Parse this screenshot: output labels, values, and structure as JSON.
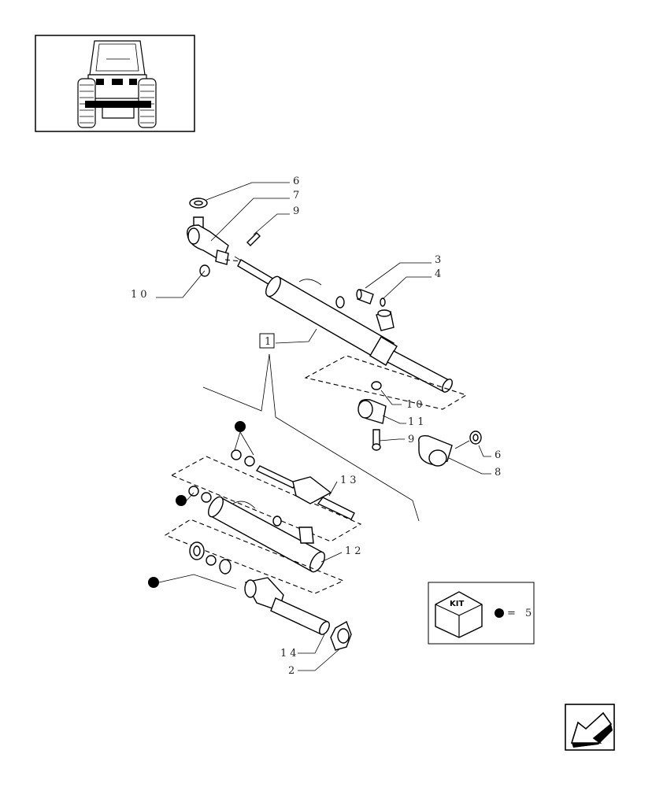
{
  "callouts": {
    "c1": "1",
    "c2": "2",
    "c3": "3",
    "c4": "4",
    "c6a": "6",
    "c6b": "6",
    "c7": "7",
    "c8": "8",
    "c9a": "9",
    "c9b": "9",
    "c10a": "10",
    "c10b": "10",
    "c11": "11",
    "c12": "12",
    "c13": "13",
    "c14": "14"
  },
  "kit_box": {
    "badge": "KIT",
    "legend": "= 5"
  }
}
